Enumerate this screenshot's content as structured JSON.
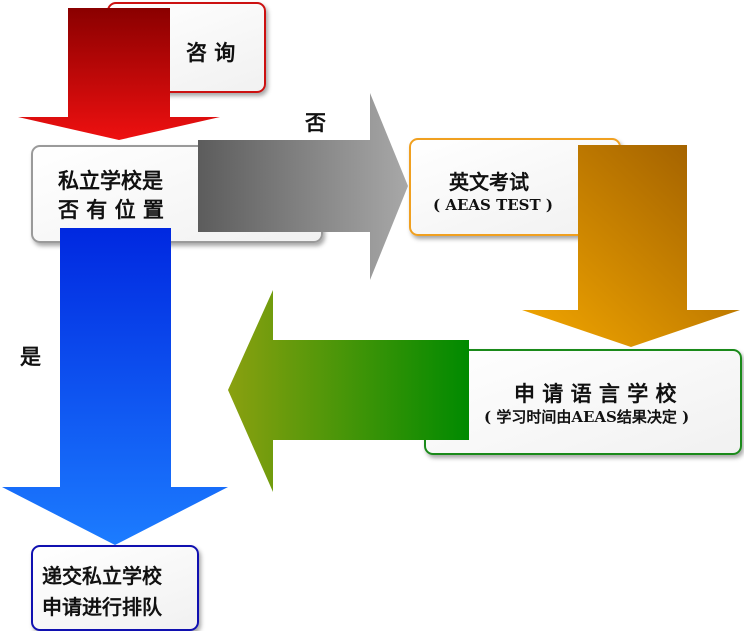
{
  "nodes": {
    "consult": "咨 询",
    "private_school_line1": "私立学校是",
    "private_school_line2": "否 有 位 置",
    "english_test_line1": "英文考试",
    "english_test_line2": "( AEAS TEST )",
    "language_school_line1": "申 请 语 言 学 校",
    "language_school_line2": "( 学习时间由AEAS结果决定 )",
    "submit_line1": "递交私立学校",
    "submit_line2": "申请进行排队"
  },
  "edges": {
    "no_label": "否",
    "yes_label": "是"
  },
  "colors": {
    "consult_border": "#cc1111",
    "private_border": "#9a9a9a",
    "test_border": "#f0a020",
    "language_border": "#1a8a1a",
    "submit_border": "#1010b0",
    "arrow_red": "#c00000",
    "arrow_gray": "#7a7a7a",
    "arrow_orange": "#e08a00",
    "arrow_green": "#3a9a10",
    "arrow_blue": "#0060ff"
  }
}
